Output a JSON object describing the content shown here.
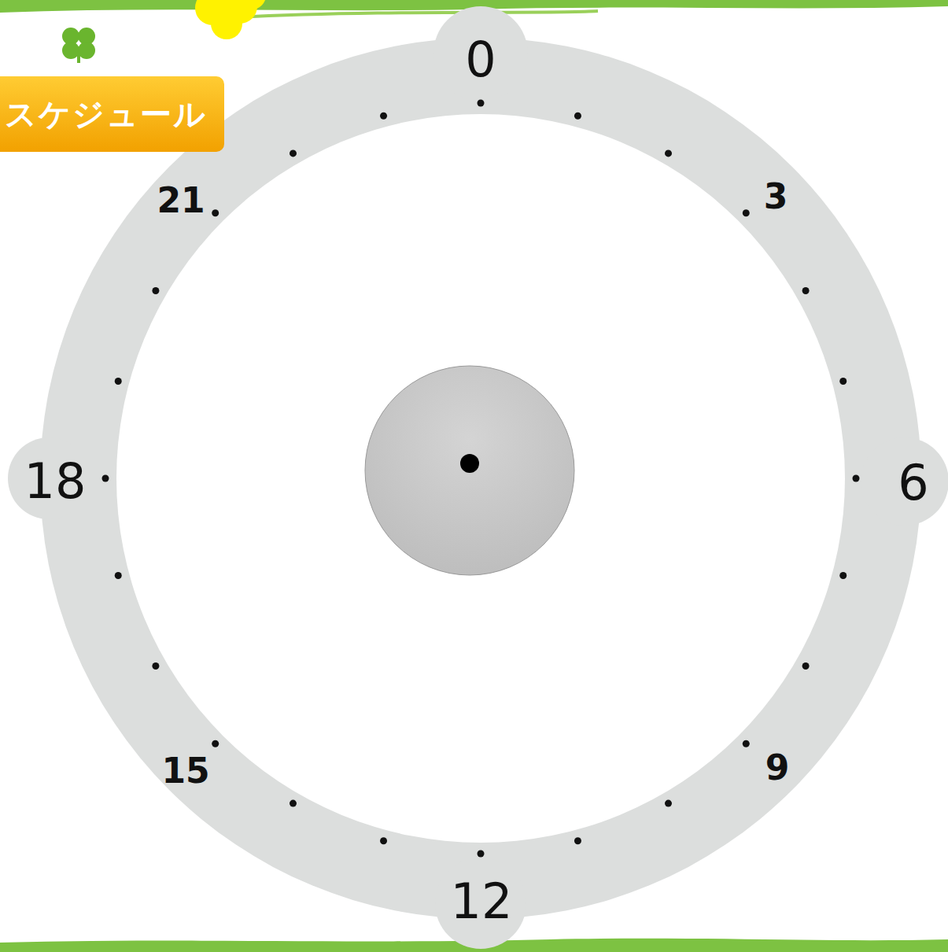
{
  "diagram": {
    "title": "スケジュール",
    "labels": [
      "0",
      "3",
      "6",
      "9",
      "12",
      "15",
      "18",
      "21"
    ]
  }
}
